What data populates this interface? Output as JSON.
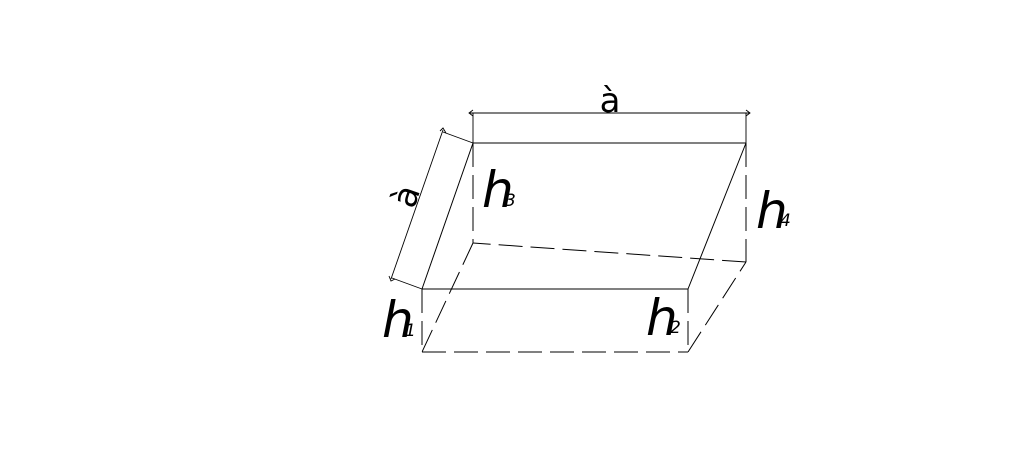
{
  "diagram": {
    "dimension_top": "à",
    "dimension_left": "à",
    "height_labels": [
      {
        "letter": "h",
        "sub": "1"
      },
      {
        "letter": "h",
        "sub": "2"
      },
      {
        "letter": "h",
        "sub": "3"
      },
      {
        "letter": "h",
        "sub": "4"
      }
    ]
  }
}
